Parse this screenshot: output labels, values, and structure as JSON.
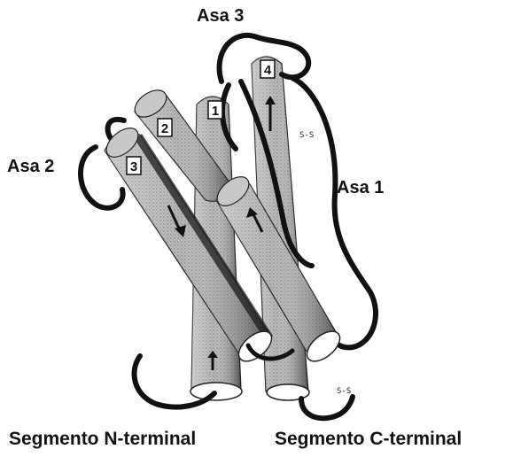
{
  "labels": {
    "loop3": "Asa 3",
    "loop2": "Asa 2",
    "loop1": "Asa 1",
    "n_terminal": "Segmento N-terminal",
    "c_terminal": "Segmento C-terminal"
  },
  "helices": [
    {
      "number": "1"
    },
    {
      "number": "2"
    },
    {
      "number": "3"
    },
    {
      "number": "4"
    }
  ],
  "disulfide_bonds": {
    "upper": "S-S",
    "lower": "S-S"
  },
  "colors": {
    "helix_fill": "#9a9a9a",
    "helix_shadow": "#3a3a3a",
    "loop_stroke": "#111111",
    "end_cap": "#ffffff"
  }
}
